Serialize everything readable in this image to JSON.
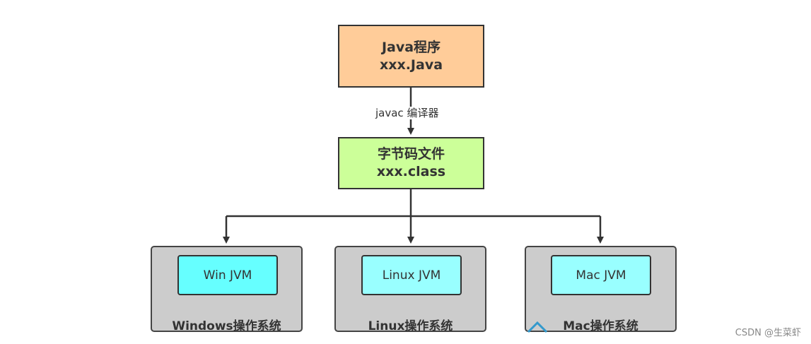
{
  "diagram": {
    "colors": {
      "source_fill": "#ffcc99",
      "bytecode_fill": "#ccff99",
      "jvm_fill_win": "#66ffff",
      "jvm_fill_other": "#99ffff",
      "os_fill": "#cccccc",
      "stroke": "#333333",
      "accent_glyph": "#3399cc"
    },
    "source_box": {
      "line1": "Java程序",
      "line2": "xxx.Java"
    },
    "edge_label": "javac 编译器",
    "bytecode_box": {
      "line1": "字节码文件",
      "line2": "xxx.class"
    },
    "platforms": [
      {
        "jvm": "Win JVM",
        "os": "Windows操作系统"
      },
      {
        "jvm": "Linux JVM",
        "os": "Linux操作系统"
      },
      {
        "jvm": "Mac JVM",
        "os": "Mac操作系统"
      }
    ]
  },
  "watermark": "CSDN @生菜虾"
}
